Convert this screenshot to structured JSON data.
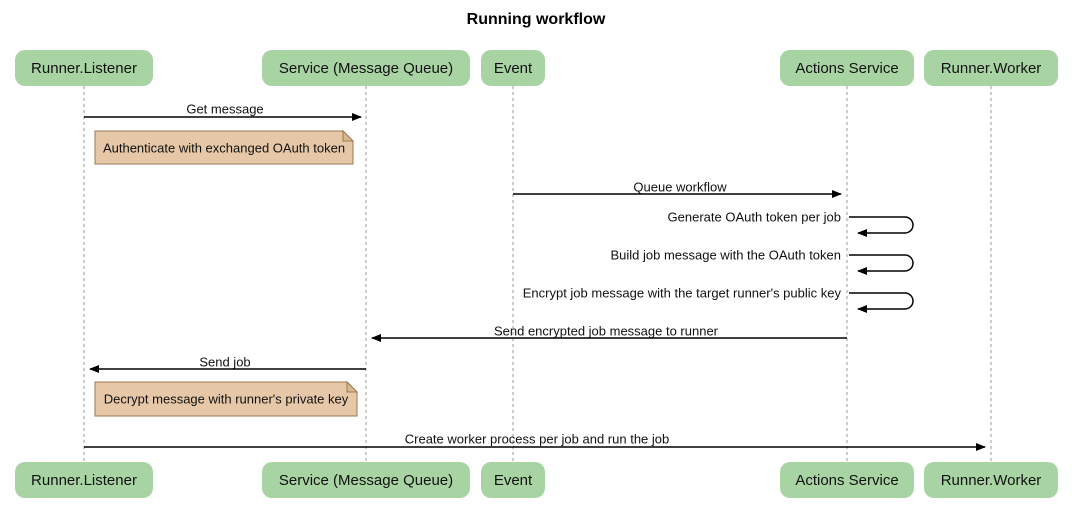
{
  "title": "Running workflow",
  "colors": {
    "participant_fill": "#a8d4a4",
    "participant_text": "#111111",
    "note_fill": "#e6c8a8",
    "note_border": "#997a50",
    "line": "#000000",
    "lifeline": "#999999",
    "background": "#ffffff"
  },
  "participants": [
    {
      "label": "Runner.Listener"
    },
    {
      "label": "Service (Message Queue)"
    },
    {
      "label": "Event"
    },
    {
      "label": "Actions Service"
    },
    {
      "label": "Runner.Worker"
    }
  ],
  "messages": [
    {
      "label": "Get message",
      "from": "Runner.Listener",
      "to": "Service (Message Queue)",
      "self": false
    },
    {
      "label": "Queue workflow",
      "from": "Event",
      "to": "Actions Service",
      "self": false
    },
    {
      "label": "Generate OAuth token per job",
      "from": "Actions Service",
      "to": "Actions Service",
      "self": true
    },
    {
      "label": "Build job message with the OAuth token",
      "from": "Actions Service",
      "to": "Actions Service",
      "self": true
    },
    {
      "label": "Encrypt job message with the target runner's public key",
      "from": "Actions Service",
      "to": "Actions Service",
      "self": true
    },
    {
      "label": "Send encrypted job message to runner",
      "from": "Actions Service",
      "to": "Service (Message Queue)",
      "self": false
    },
    {
      "label": "Send job",
      "from": "Service (Message Queue)",
      "to": "Runner.Listener",
      "self": false
    },
    {
      "label": "Create worker process per job and run the job",
      "from": "Runner.Listener",
      "to": "Runner.Worker",
      "self": false
    }
  ],
  "notes": [
    {
      "label": "Authenticate with exchanged OAuth token",
      "anchor": "Runner.Listener"
    },
    {
      "label": "Decrypt message with runner's private key",
      "anchor": "Runner.Listener"
    }
  ]
}
